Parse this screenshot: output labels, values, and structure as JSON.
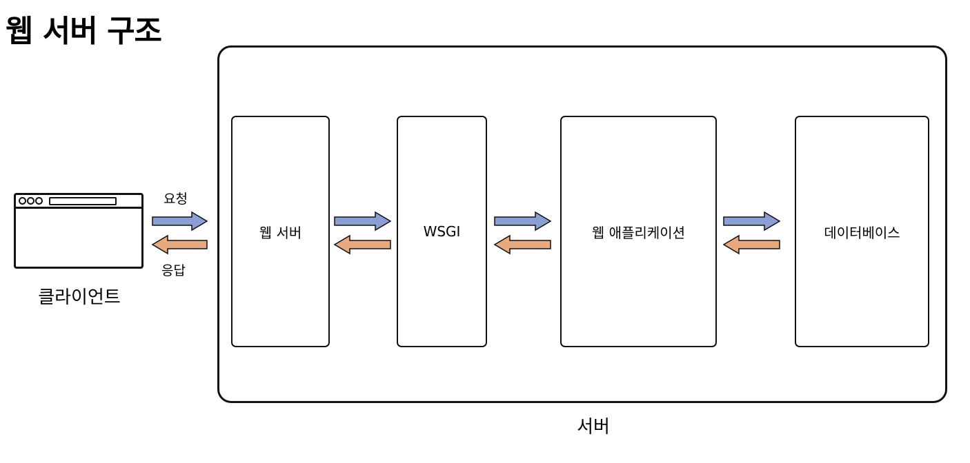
{
  "title": "웹 서버 구조",
  "server": {
    "label": "서버"
  },
  "client": {
    "label": "클라이언트"
  },
  "flow": {
    "request_label": "요청",
    "response_label": "응답"
  },
  "components": {
    "web_server": "웹 서버",
    "wsgi": "WSGI",
    "web_application": "웹 애플리케이션",
    "database": "데이터베이스"
  },
  "colors": {
    "request_arrow": "#8a9fd4",
    "response_arrow": "#e8a97f",
    "stroke": "#111111"
  }
}
